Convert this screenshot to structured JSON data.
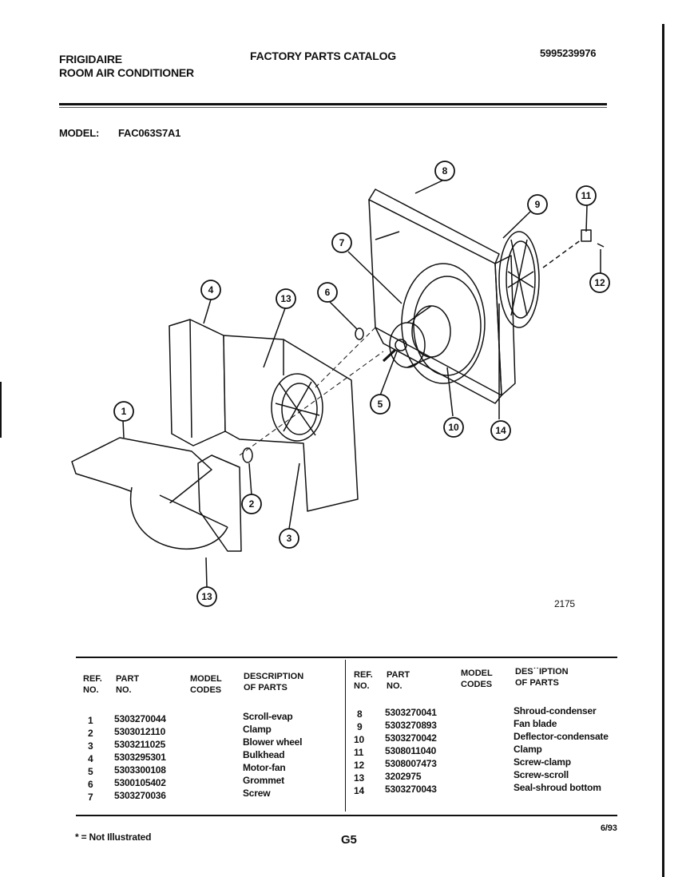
{
  "header": {
    "brand_line1": "FRIGIDAIRE",
    "brand_line2": "ROOM AIR CONDITIONER",
    "catalog_title": "FACTORY PARTS CATALOG",
    "catalog_number": "5995239976",
    "model_label": "MODEL:",
    "model_value": "FAC063S7A1"
  },
  "diagram": {
    "callouts": [
      "1",
      "2",
      "3",
      "4",
      "5",
      "6",
      "7",
      "8",
      "9",
      "10",
      "11",
      "12",
      "13",
      "13",
      "14"
    ],
    "drawing_id": "2175"
  },
  "table": {
    "headers": {
      "ref": "REF.\nNO.",
      "part": "PART\nNO.",
      "model_codes": "MODEL\nCODES",
      "description": "DESCRIPTION\nOF PARTS",
      "description_right": "DES˙˙IPTION\nOF PARTS"
    },
    "left_rows": [
      {
        "ref": "1",
        "part": "5303270044",
        "desc": "Scroll-evap"
      },
      {
        "ref": "2",
        "part": "5303012110",
        "desc": "Clamp"
      },
      {
        "ref": "3",
        "part": "5303211025",
        "desc": "Blower wheel"
      },
      {
        "ref": "4",
        "part": "5303295301",
        "desc": "Bulkhead"
      },
      {
        "ref": "5",
        "part": "5303300108",
        "desc": "Motor-fan"
      },
      {
        "ref": "6",
        "part": "5300105402",
        "desc": "Grommet"
      },
      {
        "ref": "7",
        "part": "5303270036",
        "desc": "Screw"
      }
    ],
    "right_rows": [
      {
        "ref": "8",
        "part": "5303270041",
        "desc": "Shroud-condenser"
      },
      {
        "ref": "9",
        "part": "5303270893",
        "desc": "Fan blade"
      },
      {
        "ref": "10",
        "part": "5303270042",
        "desc": "Deflector-condensate"
      },
      {
        "ref": "11",
        "part": "5308011040",
        "desc": "Clamp"
      },
      {
        "ref": "12",
        "part": "5308007473",
        "desc": "Screw-clamp"
      },
      {
        "ref": "13",
        "part": "3202975",
        "desc": "Screw-scroll"
      },
      {
        "ref": "14",
        "part": "5303270043",
        "desc": "Seal-shroud bottom"
      }
    ]
  },
  "footer": {
    "note": "* = Not Illustrated",
    "page": "G5",
    "date": "6/93"
  }
}
